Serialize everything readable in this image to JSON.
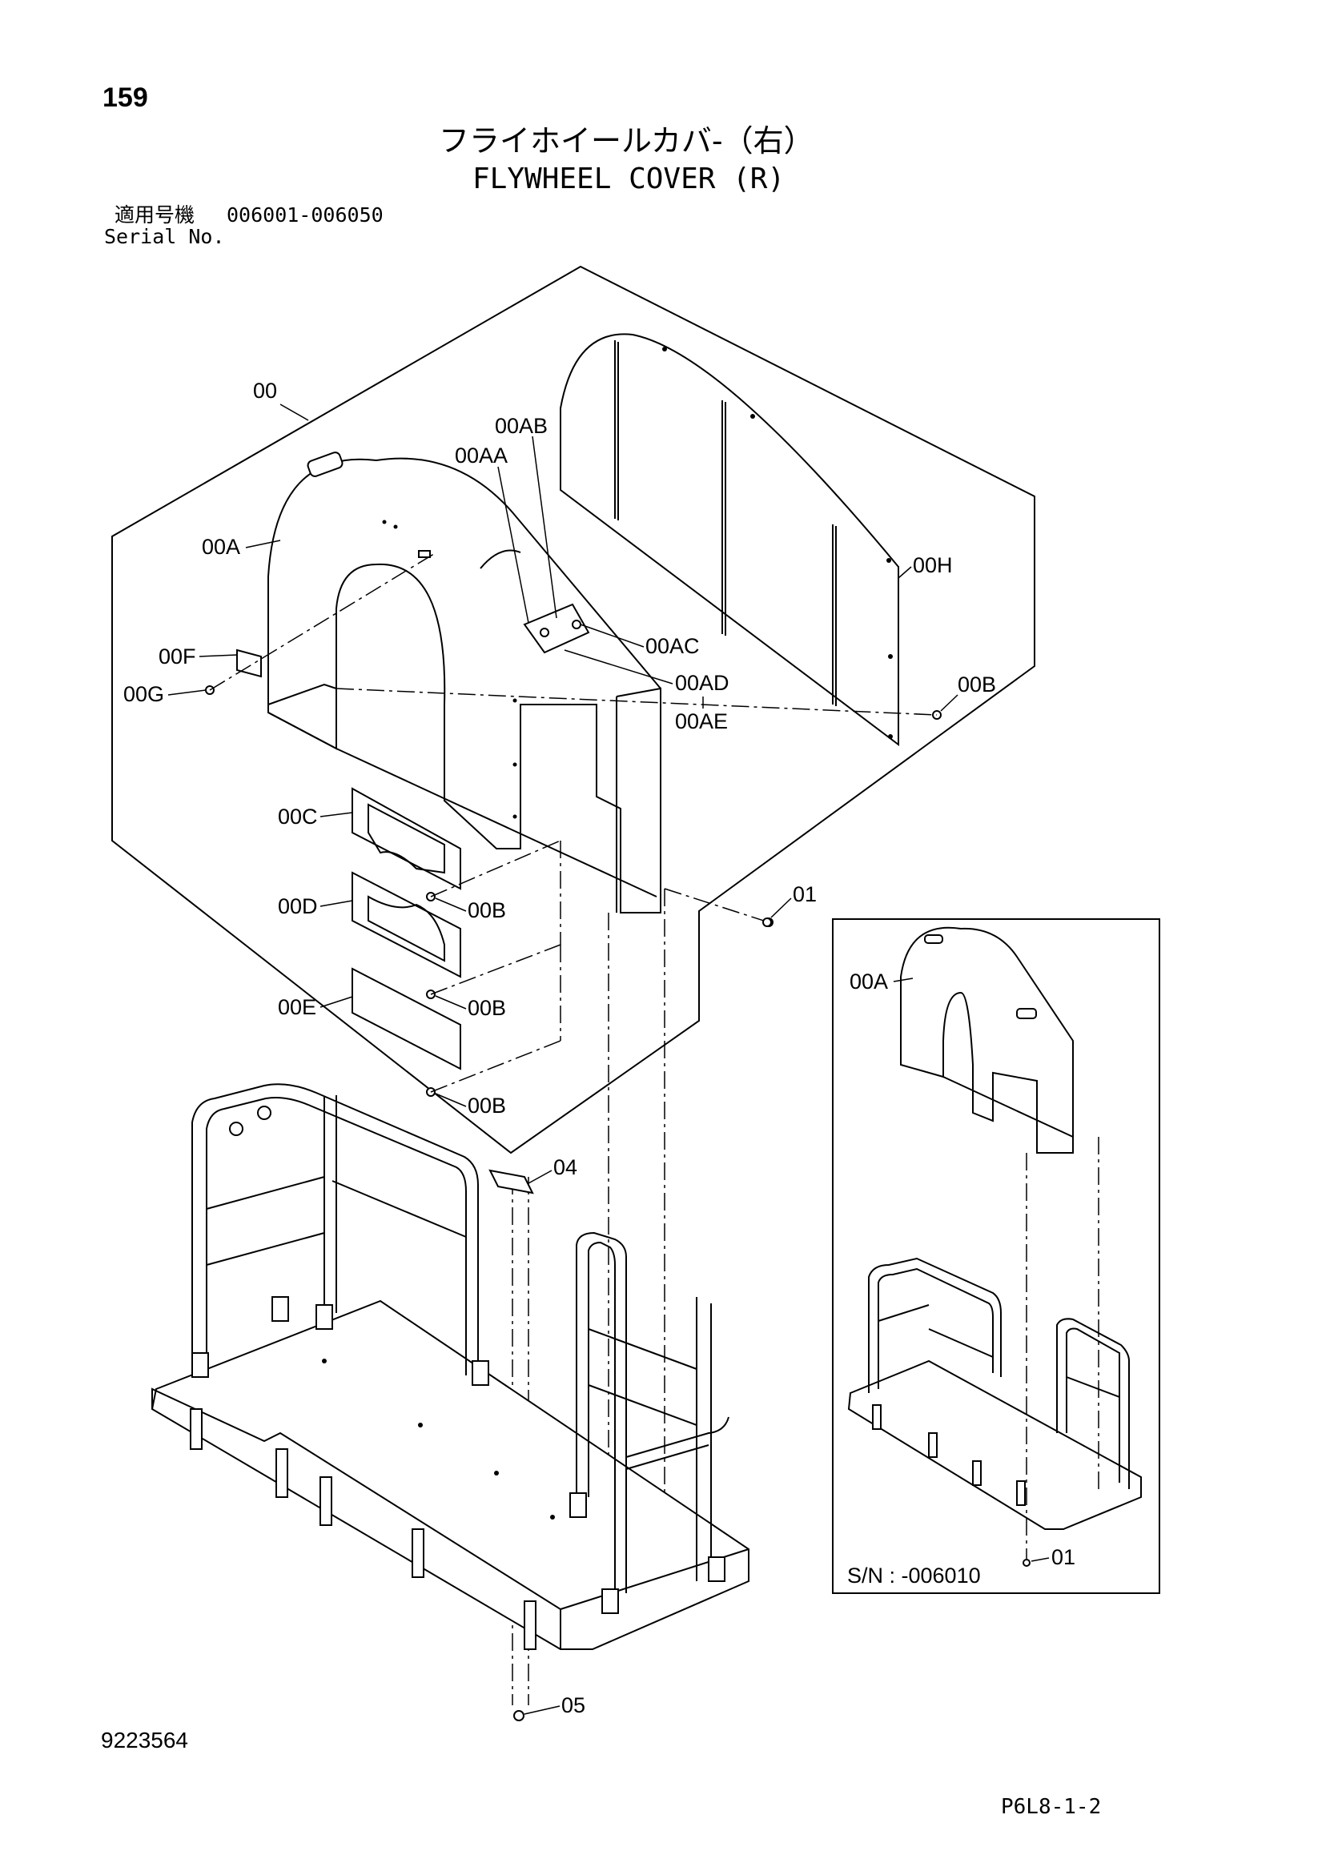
{
  "header": {
    "page_number": "159",
    "title_jp": "フライホイールカバ-（右）",
    "title_en": "FLYWHEEL COVER (R)",
    "serial_jp_label": "適用号機",
    "serial_range": "006001-006050",
    "serial_en_label": "Serial No."
  },
  "callouts": {
    "c00": "00",
    "c00AB": "00AB",
    "c00AA": "00AA",
    "c00A": "00A",
    "c00H": "00H",
    "c00F": "00F",
    "c00G": "00G",
    "c00AC": "00AC",
    "c00AD": "00AD",
    "c00AE": "00AE",
    "c00B_right": "00B",
    "c00C": "00C",
    "c00D": "00D",
    "c00E": "00E",
    "c00B_1": "00B",
    "c00B_2": "00B",
    "c00B_3": "00B",
    "c01": "01",
    "c04": "04",
    "c05": "05"
  },
  "inset": {
    "c00A": "00A",
    "c01": "01",
    "serial_note": "S/N : -006010"
  },
  "footer": {
    "drawing_number": "9223564",
    "sheet_code": "P6L8-1-2"
  }
}
